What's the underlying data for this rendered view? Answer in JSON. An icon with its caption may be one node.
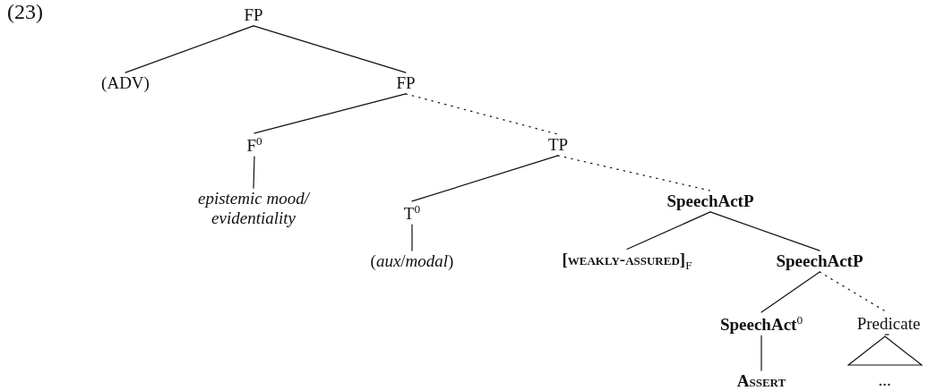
{
  "diagram": {
    "nodes": [
      {
        "text": [
          "FP"
        ]
      },
      {
        "text": [
          "(ADV)"
        ]
      },
      {
        "text": [
          "FP"
        ]
      },
      {
        "text": [
          "F$^{0}$"
        ]
      },
      {
        "text": [
          "epistemic mood/ evidentiality"
        ]
      },
      {
        "text": [
          "TP"
        ]
      },
      {
        "text": [
          "T$^{0}$"
        ]
      },
      {
        "text": [
          "(*aux*/*modal*)"
        ]
      },
      {
        "text": [
          "SpeechActP"
        ]
      },
      {
        "text": [
          "**[weakly-assured]**$_{F}$"
        ]
      },
      {
        "text": [
          "SpeechActP"
        ]
      },
      {
        "text": [
          "**SpeechAct**$^{0}$"
        ]
      },
      {
        "text": [
          "Predicate"
        ]
      },
      {
        "text": [
          "Assert"
        ]
      },
      {
        "text": [],
        "shape": "triangle",
        "beside": [
          "..."
        ]
      }
    ],
    "edges": [
      {
        "from": 0,
        "to": 1,
        "arrow": "none"
      },
      {
        "from": 0,
        "to": 2,
        "arrow": "none"
      },
      {
        "from": 2,
        "to": 3,
        "arrow": "none"
      },
      {
        "from": 2,
        "to": 5,
        "arrow": "none",
        "style": "dashed"
      },
      {
        "from": 3,
        "to": 4,
        "arrow": "none"
      },
      {
        "from": 5,
        "to": 6,
        "arrow": "none"
      },
      {
        "from": 5,
        "to": 8,
        "arrow": "none",
        "style": "dashed"
      },
      {
        "from": 6,
        "to": 7,
        "arrow": "none"
      },
      {
        "from": 8,
        "to": 9,
        "arrow": "none"
      },
      {
        "from": 8,
        "to": 10,
        "arrow": "none"
      },
      {
        "from": 10,
        "to": 11,
        "arrow": "none"
      },
      {
        "from": 10,
        "to": 12,
        "arrow": "none",
        "style": "dashed"
      },
      {
        "from": 11,
        "to": 13,
        "arrow": "none"
      },
      {
        "from": 12,
        "to": 14,
        "arrow": "none"
      }
    ],
    "labels": [
      "(23)"
    ]
  }
}
